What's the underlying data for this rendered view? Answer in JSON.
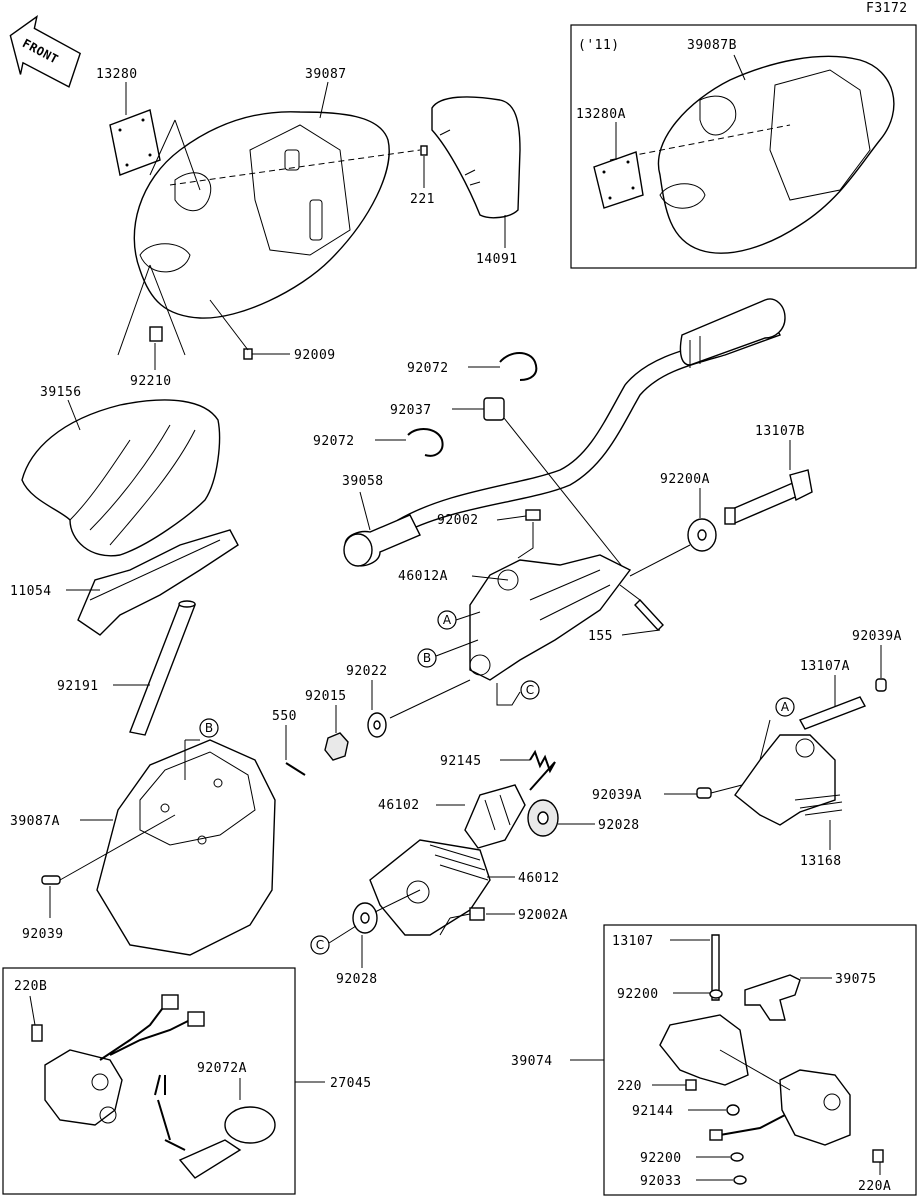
{
  "figure_code": "F3172",
  "front_label": "FRONT",
  "inset_year": "('11)",
  "labels": {
    "p13280": "13280",
    "p39087": "39087",
    "p221": "221",
    "p14091": "14091",
    "p39087B": "39087B",
    "p13280A": "13280A",
    "p92009": "92009",
    "p92210": "92210",
    "p92072a": "92072",
    "p92037": "92037",
    "p92072b": "92072",
    "p13107B": "13107B",
    "p39156": "39156",
    "p39058": "39058",
    "p92200A": "92200A",
    "p92002": "92002",
    "p46012A": "46012A",
    "p11054": "11054",
    "p155": "155",
    "p92039A1": "92039A",
    "p92191": "92191",
    "p92022": "92022",
    "p13107A": "13107A",
    "p92015": "92015",
    "p550": "550",
    "p92145": "92145",
    "p39087A": "39087A",
    "p46102": "46102",
    "p92039A2": "92039A",
    "p92028a": "92028",
    "p13168": "13168",
    "p46012": "46012",
    "p92039": "92039",
    "p92002A": "92002A",
    "p92028b": "92028",
    "p13107": "13107",
    "p39075": "39075",
    "p220B": "220B",
    "p92200a": "92200",
    "p92072A": "92072A",
    "p27045": "27045",
    "p39074": "39074",
    "p220": "220",
    "p92144": "92144",
    "p92200b": "92200",
    "p220A": "220A",
    "p92033": "92033"
  },
  "refs": {
    "A": "A",
    "B": "B",
    "C": "C"
  }
}
